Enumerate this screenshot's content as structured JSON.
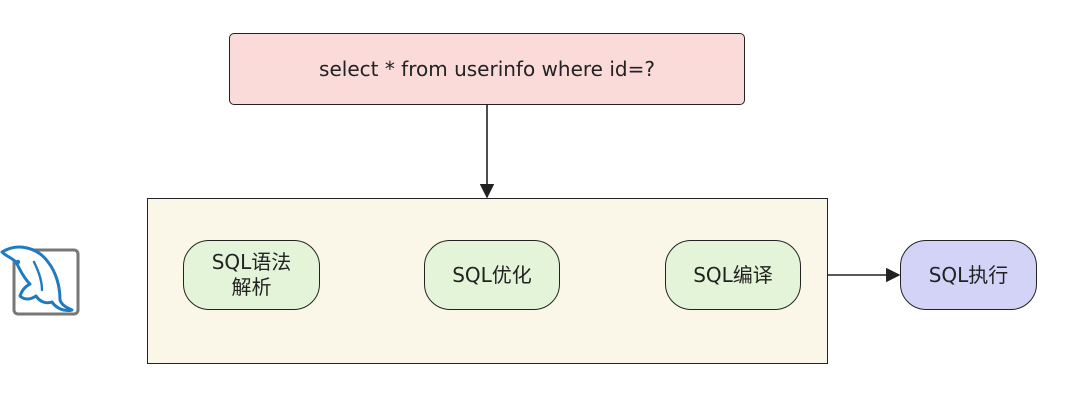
{
  "query": {
    "text": "select * from userinfo where id=?"
  },
  "stages": {
    "parse": {
      "line1": "SQL语法",
      "line2": "解析"
    },
    "optimize": {
      "label": "SQL优化"
    },
    "compile": {
      "label": "SQL编译"
    },
    "execute": {
      "label": "SQL执行"
    }
  },
  "icon": {
    "name": "mysql-dolphin-icon"
  },
  "colors": {
    "query_fill": "#fadbd9",
    "container_fill": "#fbf7e8",
    "stage_fill": "#e4f4d8",
    "execute_fill": "#d3d3f8",
    "logo_blue": "#1f7bc0"
  }
}
